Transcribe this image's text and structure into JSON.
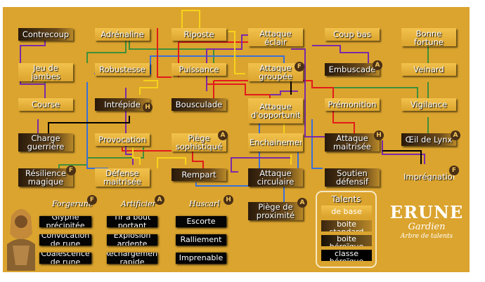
{
  "colors": {
    "board": "#dba42e",
    "gold": "#f2c24c",
    "dark": "#3a2510",
    "red": "#e21b1b",
    "blue": "#3a6fd8",
    "green": "#3f8f3a",
    "purple": "#7b2aa8",
    "black": "#000000",
    "yellow": "#f7d21c"
  },
  "nodes": {
    "contrecoup": "Contrecoup",
    "adrenaline": "Adrénaline",
    "riposte": "Riposte",
    "attaque_eclair": "Attaque éclair",
    "coup_bas": "Coup bas",
    "bonne_fortune": "Bonne fortune",
    "jeu_de_jambes": "Jeu de jambes",
    "robustesse": "Robustesse",
    "puissance": "Puissance",
    "attaque_groupee": "Attaque groupée",
    "embuscade": "Embuscade",
    "veinard": "Veinard",
    "course": "Course",
    "intrepide": "Intrépide",
    "bousculade": "Bousculade",
    "attaque_opportunite": "Attaque d'opportunité",
    "premonition": "Prémonition",
    "vigilance": "Vigilance",
    "charge_guerriere": "Charge guerrière",
    "provocation": "Provocation",
    "piege_sophistique": "Piège sophistiqué",
    "enchainement": "Enchainement",
    "attaque_maitrisee": "Attaque maitrisée",
    "oeil_de_lynx": "Œil de Lynx",
    "resilience_magique": "Résilience magique",
    "defense_maitrisee": "Défense maitrisée",
    "rempart": "Rempart",
    "attaque_circulaire": "Attaque circulaire",
    "soutien_defensif": "Soutien défensif",
    "impregnation": "Imprégnation",
    "piege_proximite": "Piège de proximité"
  },
  "badges": {
    "f": "F",
    "h": "H",
    "a": "A"
  },
  "specs": {
    "forgerune": {
      "title": "Forgerune",
      "badge": "F",
      "items": [
        "Glyphe précipitée",
        "Convocation de rune",
        "Coalescence de rune"
      ]
    },
    "artificier": {
      "title": "Artificier",
      "badge": "A",
      "items": [
        "Tir à bout portant",
        "Explosion ardente",
        "Rechargement rapide"
      ]
    },
    "huscarl": {
      "title": "Huscarl",
      "badge": "H",
      "items": [
        "Escorte",
        "Ralliement",
        "Imprenable"
      ]
    }
  },
  "legend": {
    "title": "Talents",
    "items": [
      "de base",
      "boite standard",
      "boite héroïque",
      "classe héroïque"
    ]
  },
  "logo": {
    "name": "ERUNE",
    "class": "Gardien",
    "subtitle": "Arbre de talents"
  }
}
